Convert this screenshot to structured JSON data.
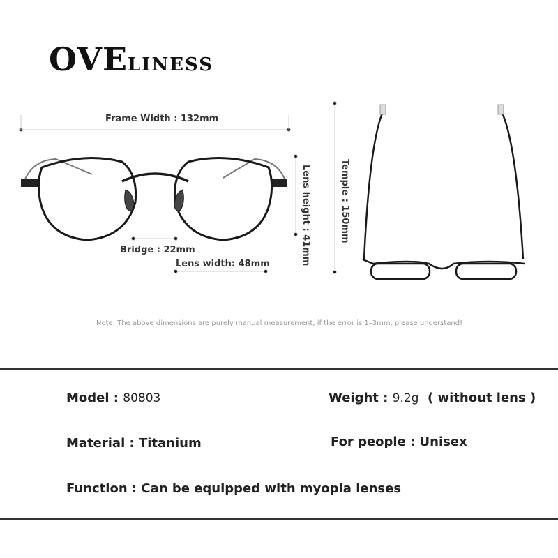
{
  "brand": {
    "logo_big": "OVE",
    "logo_small": "LINESS"
  },
  "dimensions": {
    "frame_width": "Frame Width : 132mm",
    "lens_height": "Lens height : 41mm",
    "bridge": "Bridge : 22mm",
    "lens_width": "Lens width: 48mm",
    "temple": "Temple : 150mm"
  },
  "note": "Note: The above dimensions are purely manual measurement, if the error is 1–3mm, please understand!",
  "specs": {
    "model_label": "Model :",
    "model_value": "80803",
    "weight_label": "Weight :",
    "weight_value": "9.2g",
    "weight_note": "( without lens )",
    "material_label": "Material :",
    "material_value": "Titanium",
    "people_label": "For people :",
    "people_value": "Unisex",
    "function_label": "Function :",
    "function_value": "Can be equipped with myopia lenses"
  }
}
